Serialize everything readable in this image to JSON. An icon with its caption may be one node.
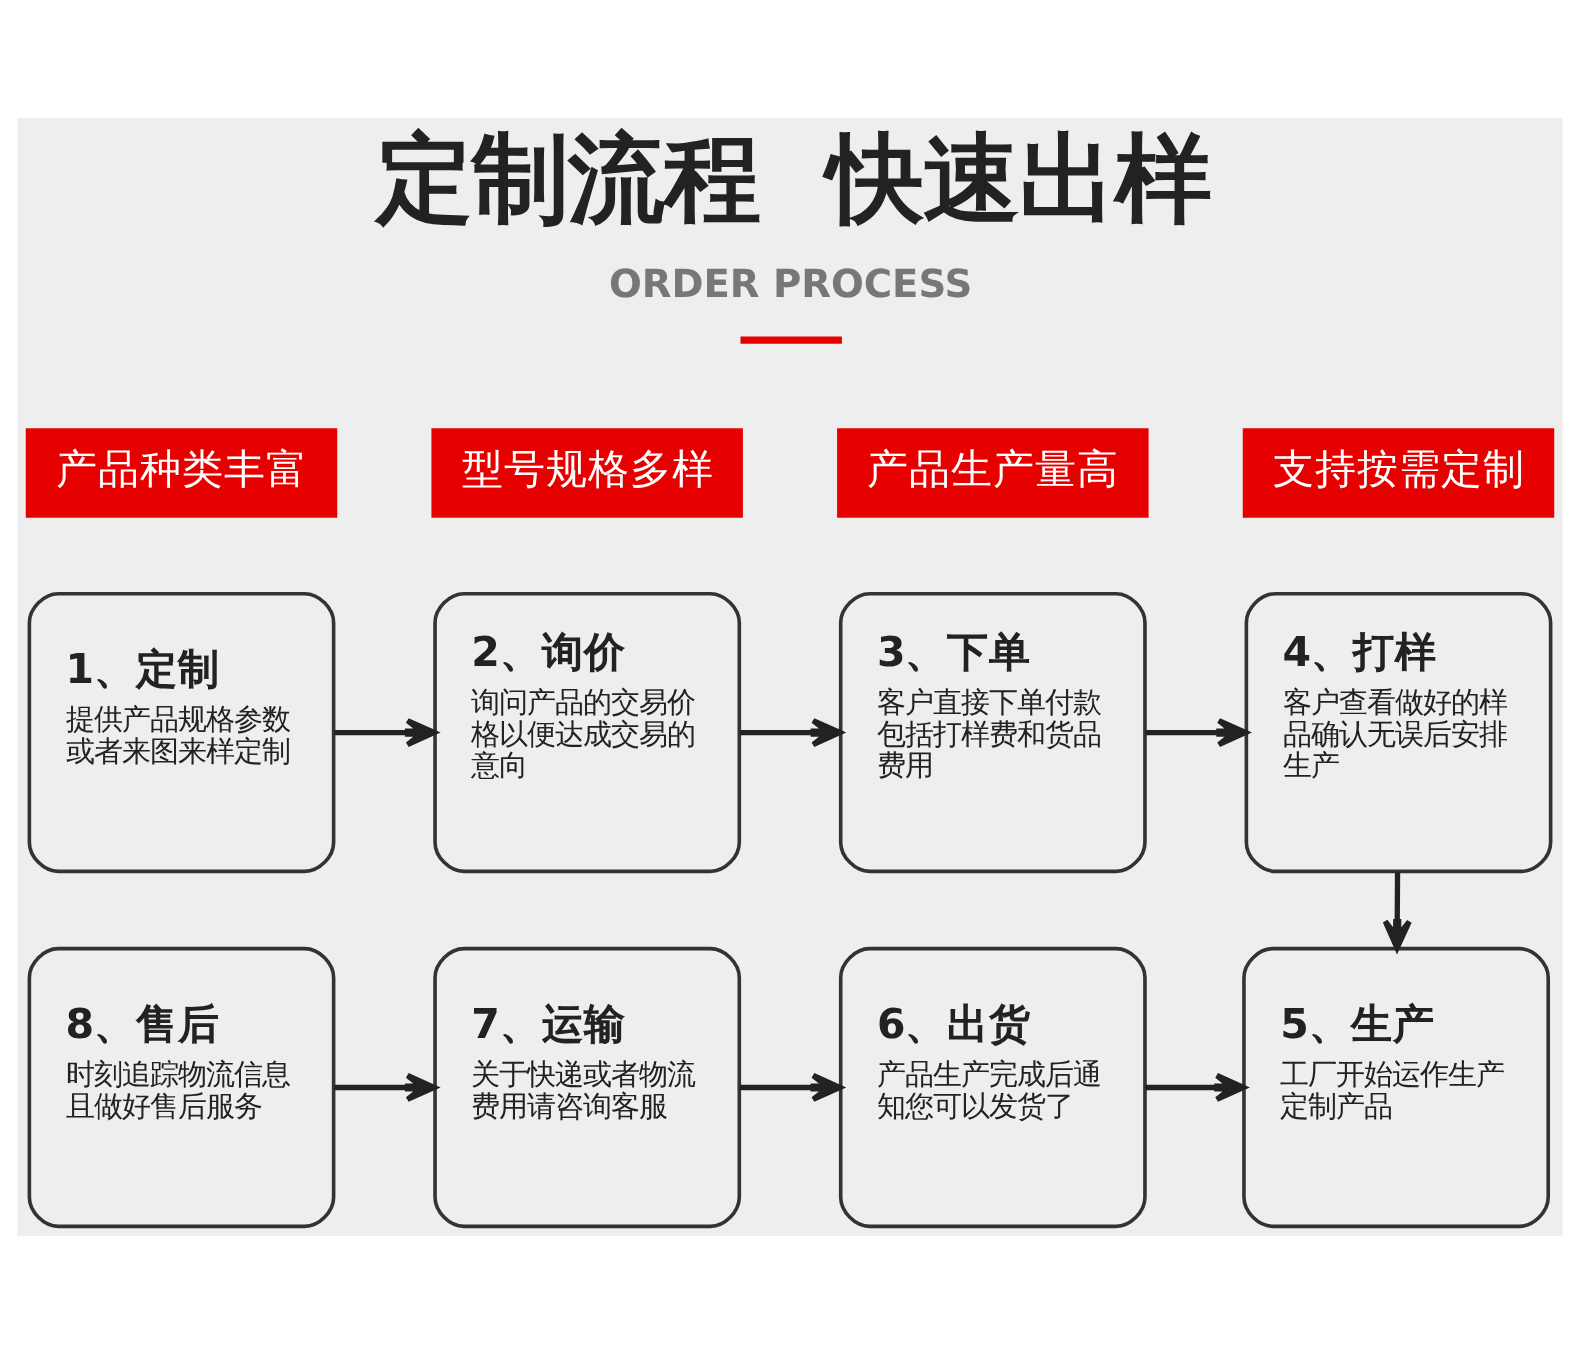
{
  "diagram": {
    "title": "定制流程  快速出样",
    "nodes": [
      {
        "text": [
          "产品种类丰富"
        ]
      },
      {
        "text": [
          "型号规格多样"
        ]
      },
      {
        "text": [
          "产品生产量高"
        ]
      },
      {
        "text": [
          "支持按需定制"
        ]
      },
      {
        "text": [
          "1、定制",
          "提供产品规格参数或者来图来样定制"
        ]
      },
      {
        "text": [
          "2、询价",
          "询问产品的交易价格以便达成交易的意向"
        ]
      },
      {
        "text": [
          "3、下单",
          "客户直接下单付款包括打样费和货品费用"
        ]
      },
      {
        "text": [
          "4、打样",
          "客户查看做好的样品确认无误后安排生产"
        ]
      },
      {
        "text": [
          "8、售后",
          "时刻追踪物流信息且做好售后服务"
        ]
      },
      {
        "text": [
          "7、运输",
          "关于快递或者物流费用请咨询客服"
        ]
      },
      {
        "text": [
          "6、出货",
          "产品生产完成后通知您可以发货了"
        ]
      },
      {
        "text": [
          "5、生产",
          "工厂开始运作生产定制产品"
        ]
      }
    ],
    "edges": [
      {
        "from": 4,
        "to": 5,
        "arrow": "to"
      },
      {
        "from": 5,
        "to": 6,
        "arrow": "to"
      },
      {
        "from": 6,
        "to": 7,
        "arrow": "to"
      },
      {
        "from": 7,
        "to": 11,
        "arrow": "to"
      },
      {
        "from": 8,
        "to": 9,
        "arrow": "to"
      },
      {
        "from": 9,
        "to": 10,
        "arrow": "to"
      },
      {
        "from": 10,
        "to": 11,
        "arrow": "to"
      }
    ],
    "labels": [
      "ORDER PROCESS"
    ]
  }
}
